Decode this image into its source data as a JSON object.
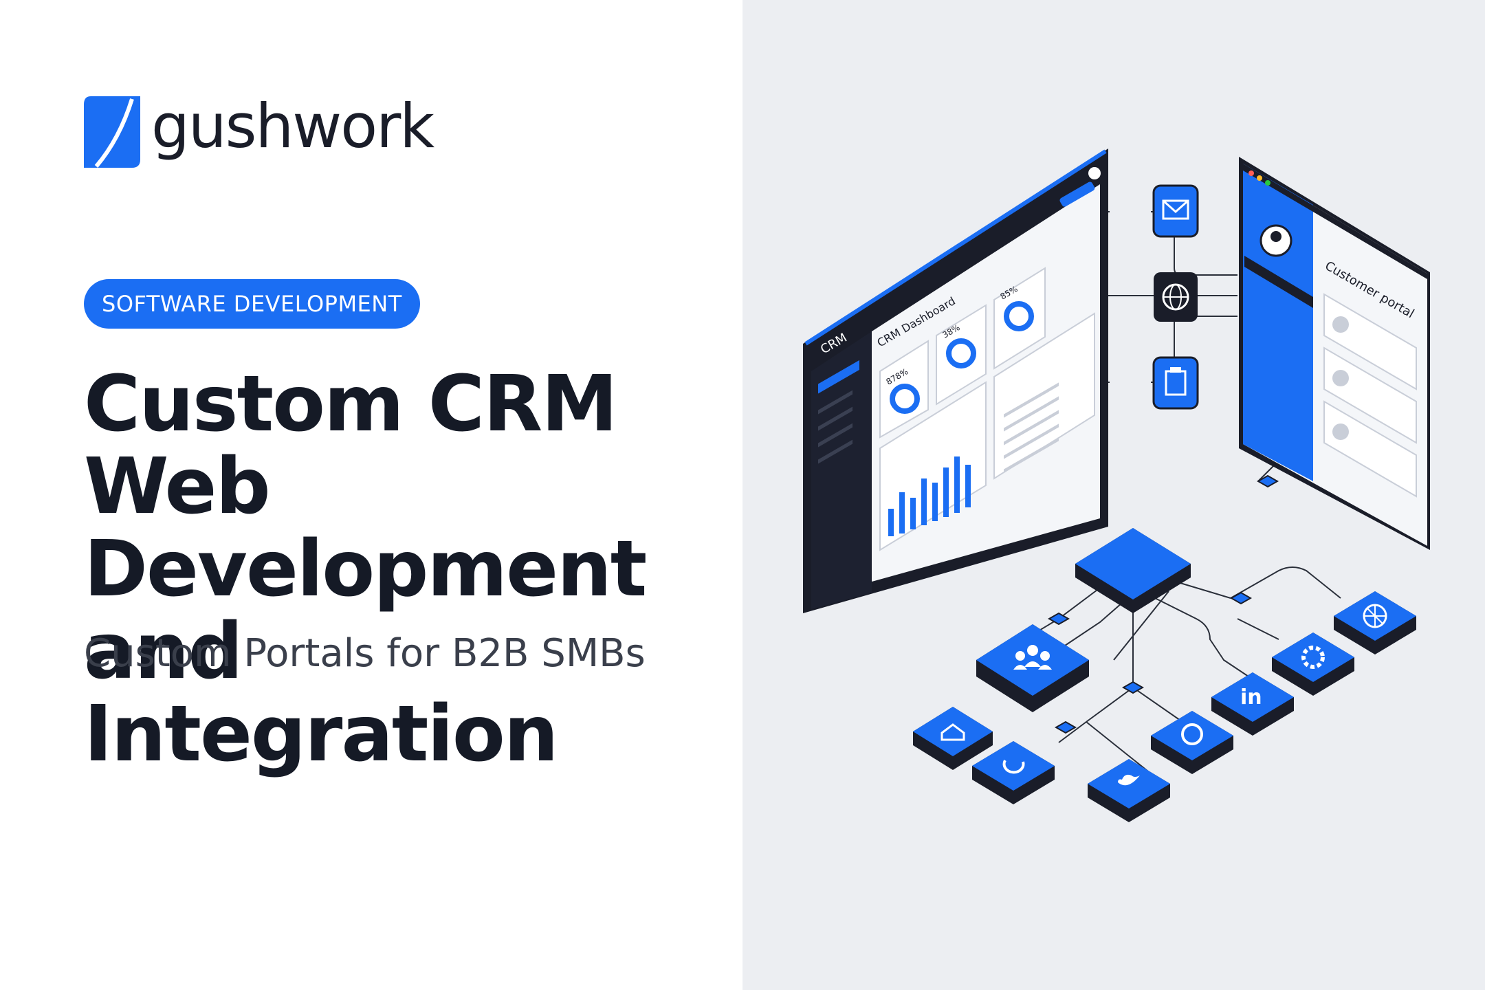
{
  "brand": {
    "name": "gushwork",
    "color": "#1b6ef3"
  },
  "badge": {
    "label": "SOFTWARE DEVELOPMENT"
  },
  "headline": {
    "line1": "Custom CRM Web",
    "line2": "Development and",
    "line3": "Integration"
  },
  "subheadline": {
    "text": "Custom Portals for B2B SMBs"
  },
  "illustration": {
    "crm_window": {
      "sidebar_label": "CRM",
      "dashboard_title": "CRM Dashboard",
      "metric_1_value": "878%",
      "metric_2_value": "38%",
      "metric_3_value": "85%"
    },
    "portal_window": {
      "title": "Customer portal"
    },
    "icons": [
      "email-icon",
      "globe-icon",
      "clipboard-icon",
      "team-icon",
      "home-icon",
      "refresh-icon",
      "twitter-icon",
      "support-icon",
      "linkedin-icon",
      "gear-icon",
      "analytics-icon"
    ],
    "colors": {
      "accent": "#1b6ef3",
      "dark": "#1a1d29",
      "background": "#eceef2"
    }
  }
}
